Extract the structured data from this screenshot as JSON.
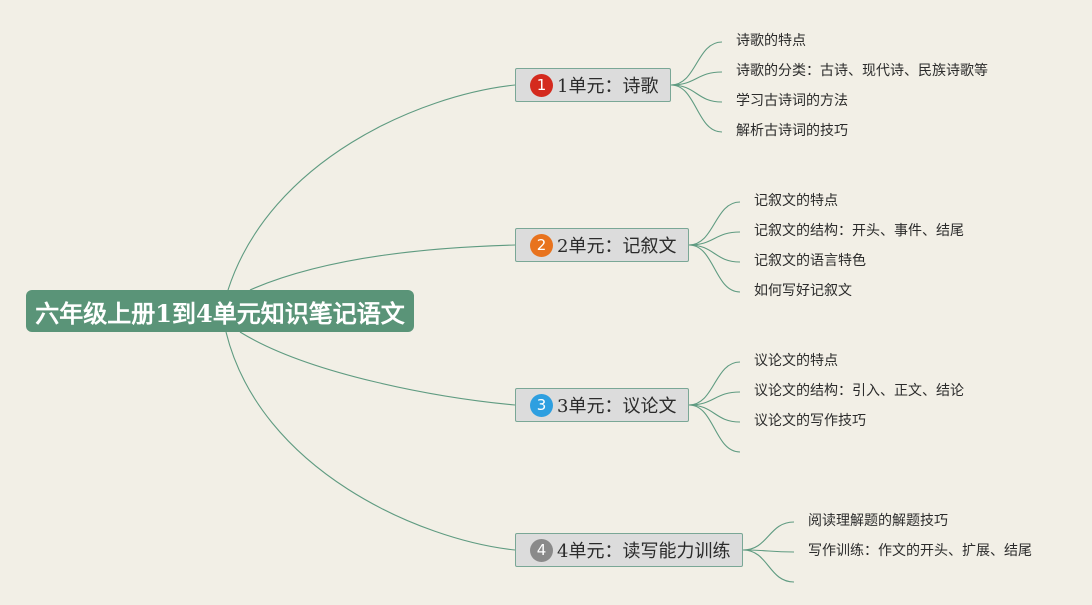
{
  "colors": {
    "background": "#f2efe6",
    "root": "#5a9478",
    "edge": "#5f9b81",
    "branch_fill": "#dcdcdc",
    "badge_1": "#d42a1e",
    "badge_2": "#e8731e",
    "badge_3": "#2e9fe0",
    "badge_4": "#8a8a8a"
  },
  "root": {
    "title": "六年级上册1到4单元知识笔记语文"
  },
  "branches": [
    {
      "badge": "1",
      "label": "1单元：诗歌",
      "leaves": [
        "诗歌的特点",
        "诗歌的分类：古诗、现代诗、民族诗歌等",
        "学习古诗词的方法",
        "解析古诗词的技巧"
      ]
    },
    {
      "badge": "2",
      "label": "2单元：记叙文",
      "leaves": [
        "记叙文的特点",
        "记叙文的结构：开头、事件、结尾",
        "记叙文的语言特色",
        "如何写好记叙文"
      ]
    },
    {
      "badge": "3",
      "label": "3单元：议论文",
      "leaves": [
        "议论文的特点",
        "议论文的结构：引入、正文、结论",
        "议论文的写作技巧",
        ""
      ]
    },
    {
      "badge": "4",
      "label": "4单元：读写能力训练",
      "leaves": [
        "阅读理解题的解题技巧",
        "写作训练：作文的开头、扩展、结尾",
        ""
      ]
    }
  ]
}
